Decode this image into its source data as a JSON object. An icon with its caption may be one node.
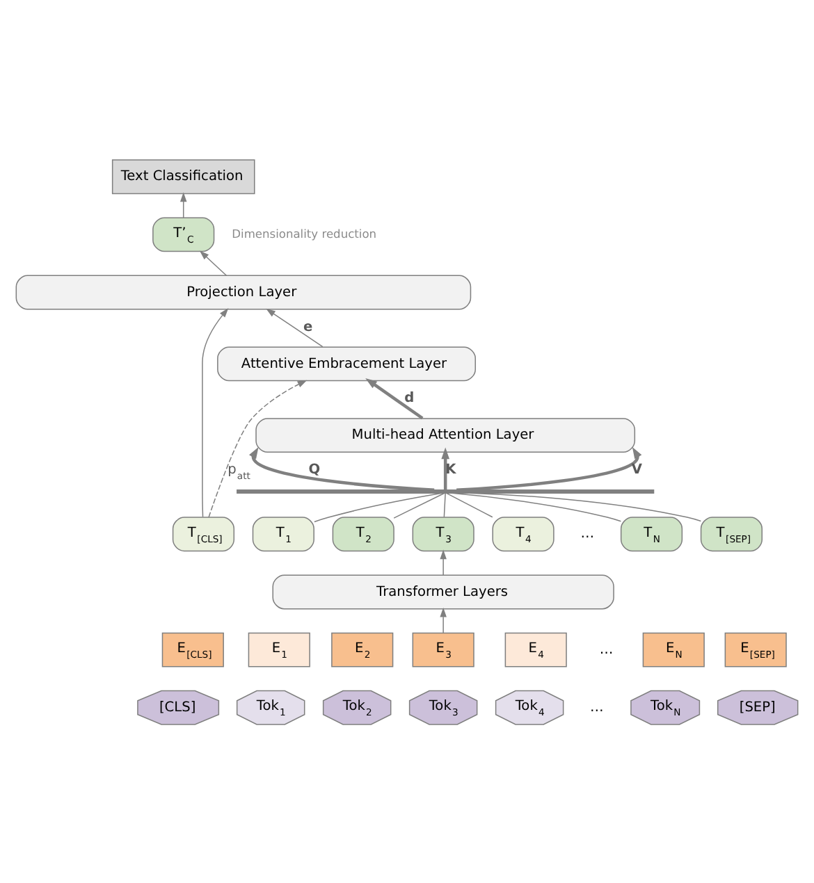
{
  "diagram": {
    "nodes": [
      {
        "text": [
          "Text Classification"
        ]
      },
      {
        "text": [
          "T’$_{C}$"
        ]
      },
      {
        "text": [
          "Projection Layer"
        ]
      },
      {
        "text": [
          "Attentive Embracement Layer"
        ]
      },
      {
        "text": [
          "Multi-head Attention Layer"
        ]
      },
      {
        "text": [],
        "shape": "bar"
      },
      {
        "text": [
          "T$_{[CLS]}$"
        ]
      },
      {
        "text": [
          "T$_{1}$"
        ]
      },
      {
        "text": [
          "T$_{2}$"
        ]
      },
      {
        "text": [
          "T$_{3}$"
        ]
      },
      {
        "text": [
          "T$_{4}$"
        ]
      },
      {
        "text": [
          "T$_{N}$"
        ]
      },
      {
        "text": [
          "T$_{[SEP]}$"
        ]
      },
      {
        "text": [
          "Transformer Layers"
        ]
      },
      {
        "text": [
          "E$_{[CLS]}$"
        ]
      },
      {
        "text": [
          "E$_{1}$"
        ]
      },
      {
        "text": [
          "E$_{2}$"
        ]
      },
      {
        "text": [
          "E$_{3}$"
        ]
      },
      {
        "text": [
          "E$_{4}$"
        ]
      },
      {
        "text": [
          "E$_{N}$"
        ]
      },
      {
        "text": [
          "E$_{[SEP]}$"
        ]
      },
      {
        "text": [
          "[CLS]"
        ]
      },
      {
        "text": [
          "Tok$_{1}$"
        ]
      },
      {
        "text": [
          "Tok$_{2}$"
        ]
      },
      {
        "text": [
          "Tok$_{3}$"
        ]
      },
      {
        "text": [
          "Tok$_{4}$"
        ]
      },
      {
        "text": [
          "Tok$_{N}$"
        ]
      },
      {
        "text": [
          "[SEP]"
        ]
      }
    ],
    "edges": [
      {
        "from": 1,
        "to": 0,
        "arrow": "to"
      },
      {
        "from": 2,
        "to": 1,
        "arrow": "to"
      },
      {
        "from": 3,
        "to": 2,
        "arrow": "to",
        "label": "e"
      },
      {
        "from": 4,
        "to": 3,
        "arrow": "to",
        "label": "d",
        "style": "thick"
      },
      {
        "from": 6,
        "to": 2,
        "arrow": "to"
      },
      {
        "from": 6,
        "to": 3,
        "arrow": "to",
        "label": "p$_{att}$",
        "style": "dashed"
      },
      {
        "from": 5,
        "to": 4,
        "arrow": "to",
        "label": "Q",
        "style": "thick"
      },
      {
        "from": 5,
        "to": 4,
        "arrow": "to",
        "label": "K",
        "style": "thick"
      },
      {
        "from": 5,
        "to": 4,
        "arrow": "to",
        "label": "V",
        "style": "thick"
      },
      {
        "from": 7,
        "to": 5,
        "arrow": "none"
      },
      {
        "from": 8,
        "to": 5,
        "arrow": "none"
      },
      {
        "from": 9,
        "to": 5,
        "arrow": "none"
      },
      {
        "from": 10,
        "to": 5,
        "arrow": "none"
      },
      {
        "from": 11,
        "to": 5,
        "arrow": "none"
      },
      {
        "from": 12,
        "to": 5,
        "arrow": "none"
      },
      {
        "from": 13,
        "to": 9,
        "arrow": "to"
      },
      {
        "from": 17,
        "to": 13,
        "arrow": "to"
      }
    ],
    "labels": [
      "Dimensionality reduction",
      "…",
      "…",
      "…"
    ]
  }
}
